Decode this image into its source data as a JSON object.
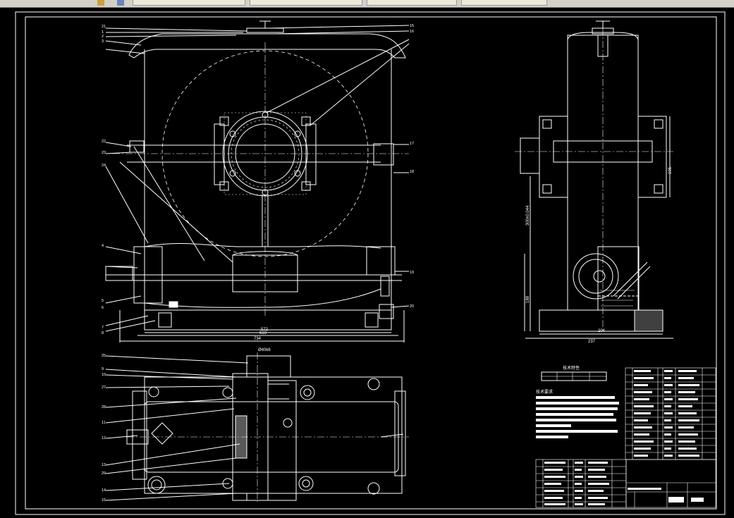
{
  "toolbar": {
    "tabs": [
      "",
      "",
      "",
      ""
    ],
    "icons": [
      "layer-icon",
      "block-icon"
    ]
  },
  "colors": {
    "background": "#000000",
    "lines": "#ffffff",
    "toolbar": "#d4d0c8"
  },
  "drawing": {
    "front_view": {
      "dim_overall": "734",
      "dim_inner": "610",
      "dim_mid": "572"
    },
    "side_view": {
      "dim_height": "300±0.044",
      "dim_base": "188",
      "dim_width": "237",
      "dim_inner": "204",
      "dim_right": "195"
    },
    "top_view": {
      "label_shaft": "Ø40k6"
    },
    "callouts_left": [
      "21",
      "1",
      "2",
      "3",
      "22",
      "23",
      "24",
      "4",
      "5",
      "6",
      "7",
      "8"
    ],
    "callouts_right": [
      "15",
      "16",
      "17",
      "18",
      "19",
      "20"
    ],
    "callouts_top_view": [
      "25",
      "9",
      "10",
      "27",
      "28",
      "11",
      "12",
      "13",
      "29",
      "14",
      "15"
    ],
    "spec_table_title": "技术特性",
    "requirements_title": "技术要求"
  }
}
